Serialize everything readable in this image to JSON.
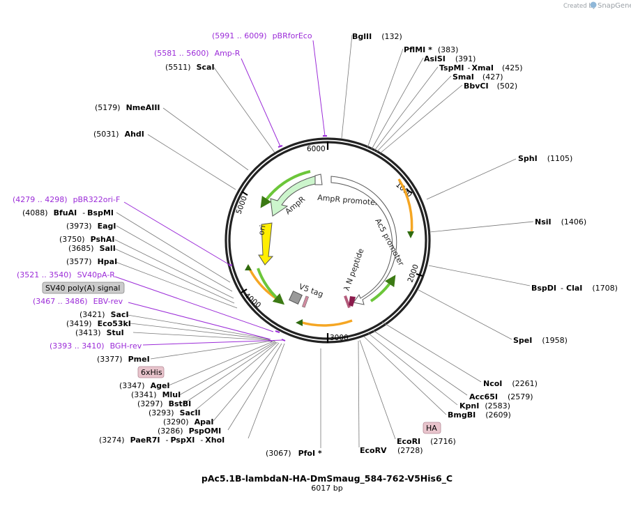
{
  "credit": {
    "prefix": "Created by",
    "brand": "SnapGene"
  },
  "plasmid": {
    "name": "pAc5.1B-lambdaN-HA-DmSmaug_584-762-V5His6_C",
    "length_label": "6017 bp"
  },
  "ticks": [
    "1000",
    "2000",
    "3000",
    "4000",
    "5000",
    "6000"
  ],
  "features": {
    "ampr": "AmpR",
    "ampr_promoter": "AmpR promoter",
    "ac5_promoter": "Ac5 promoter",
    "ori": "ori",
    "lambda_n": "λ N peptide",
    "v5": "V5 tag"
  },
  "boxed_labels": {
    "sv40": "SV40 poly(A) signal",
    "his": "6xHis",
    "ha": "HA"
  },
  "labels": [
    {
      "key": "bglii",
      "name": "BglII",
      "pos": "(132)"
    },
    {
      "key": "pflmi",
      "name": "PflMI *",
      "pos": "(383)"
    },
    {
      "key": "asisi",
      "name": "AsiSI",
      "pos": "(391)"
    },
    {
      "key": "tspmi",
      "name": "TspMI",
      "sep": "-",
      "name2": "XmaI",
      "pos": "(425)"
    },
    {
      "key": "smai",
      "name": "SmaI",
      "pos": "(427)"
    },
    {
      "key": "bbvci",
      "name": "BbvCI",
      "pos": "(502)"
    },
    {
      "key": "sphi",
      "name": "SphI",
      "pos": "(1105)"
    },
    {
      "key": "nsii",
      "name": "NsiI",
      "pos": "(1406)"
    },
    {
      "key": "bspdi",
      "name": "BspDI",
      "sep": "-",
      "name2": "ClaI",
      "pos": "(1708)"
    },
    {
      "key": "spei",
      "name": "SpeI",
      "pos": "(1958)"
    },
    {
      "key": "ncoi",
      "name": "NcoI",
      "pos": "(2261)"
    },
    {
      "key": "acc65i",
      "name": "Acc65I",
      "pos": "(2579)"
    },
    {
      "key": "kpni",
      "name": "KpnI",
      "pos": "(2583)"
    },
    {
      "key": "bmgbi",
      "name": "BmgBI",
      "pos": "(2609)"
    },
    {
      "key": "ecori",
      "name": "EcoRI",
      "pos": "(2716)"
    },
    {
      "key": "ecorv",
      "name": "EcoRV",
      "pos": "(2728)"
    },
    {
      "key": "pfoi",
      "name": "PfoI *",
      "pos": "(3067)"
    },
    {
      "key": "paer7i",
      "name": "PaeR7I",
      "sep": "-",
      "name2": "PspXI",
      "sep2": "-",
      "name3": "XhoI",
      "pos": "(3274)"
    },
    {
      "key": "pspomi",
      "name": "PspOMI",
      "pos": "(3286)"
    },
    {
      "key": "apai",
      "name": "ApaI",
      "pos": "(3290)"
    },
    {
      "key": "sacii",
      "name": "SacII",
      "pos": "(3293)"
    },
    {
      "key": "bstbi",
      "name": "BstBI",
      "pos": "(3297)"
    },
    {
      "key": "mlui",
      "name": "MluI",
      "pos": "(3341)"
    },
    {
      "key": "agei",
      "name": "AgeI",
      "pos": "(3347)"
    },
    {
      "key": "pmei",
      "name": "PmeI",
      "pos": "(3377)"
    },
    {
      "key": "stui",
      "name": "StuI",
      "pos": "(3413)"
    },
    {
      "key": "eco53ki",
      "name": "Eco53kI",
      "pos": "(3419)"
    },
    {
      "key": "saci",
      "name": "SacI",
      "pos": "(3421)"
    },
    {
      "key": "hpai",
      "name": "HpaI",
      "pos": "(3577)"
    },
    {
      "key": "sali",
      "name": "SalI",
      "pos": "(3685)"
    },
    {
      "key": "pshai",
      "name": "PshAI",
      "pos": "(3750)"
    },
    {
      "key": "eagi",
      "name": "EagI",
      "pos": "(3973)"
    },
    {
      "key": "bfuai",
      "name": "BfuAI",
      "sep": "-",
      "name2": "BspMI",
      "pos": "(4088)"
    },
    {
      "key": "ahdi",
      "name": "AhdI",
      "pos": "(5031)"
    },
    {
      "key": "nmeaiii",
      "name": "NmeAIII",
      "pos": "(5179)"
    },
    {
      "key": "scai",
      "name": "ScaI",
      "pos": "(5511)"
    }
  ],
  "primers": [
    {
      "key": "pbrforeco",
      "range": "(5991 .. 6009)",
      "name": "pBRforEco"
    },
    {
      "key": "ampr_primer",
      "range": "(5581 .. 5600)",
      "name": "Amp-R"
    },
    {
      "key": "pbr322ori",
      "range": "(4279 .. 4298)",
      "name": "pBR322ori-F"
    },
    {
      "key": "sv40pa",
      "range": "(3521 .. 3540)",
      "name": "SV40pA-R"
    },
    {
      "key": "ebv",
      "range": "(3467 .. 3486)",
      "name": "EBV-rev"
    },
    {
      "key": "bgh",
      "range": "(3393 .. 3410)",
      "name": "BGH-rev"
    }
  ],
  "colors": {
    "backbone": "#222222",
    "primer": "#9b2bd8",
    "orange_feature": "#f5a623",
    "green_feature": "#4caf1a",
    "ampr_fill": "#ccf5cc",
    "ori_fill": "#ffee00",
    "v5_fill": "#999999",
    "tag_box": "#e8c4cc",
    "sv40_box": "#cccccc"
  }
}
